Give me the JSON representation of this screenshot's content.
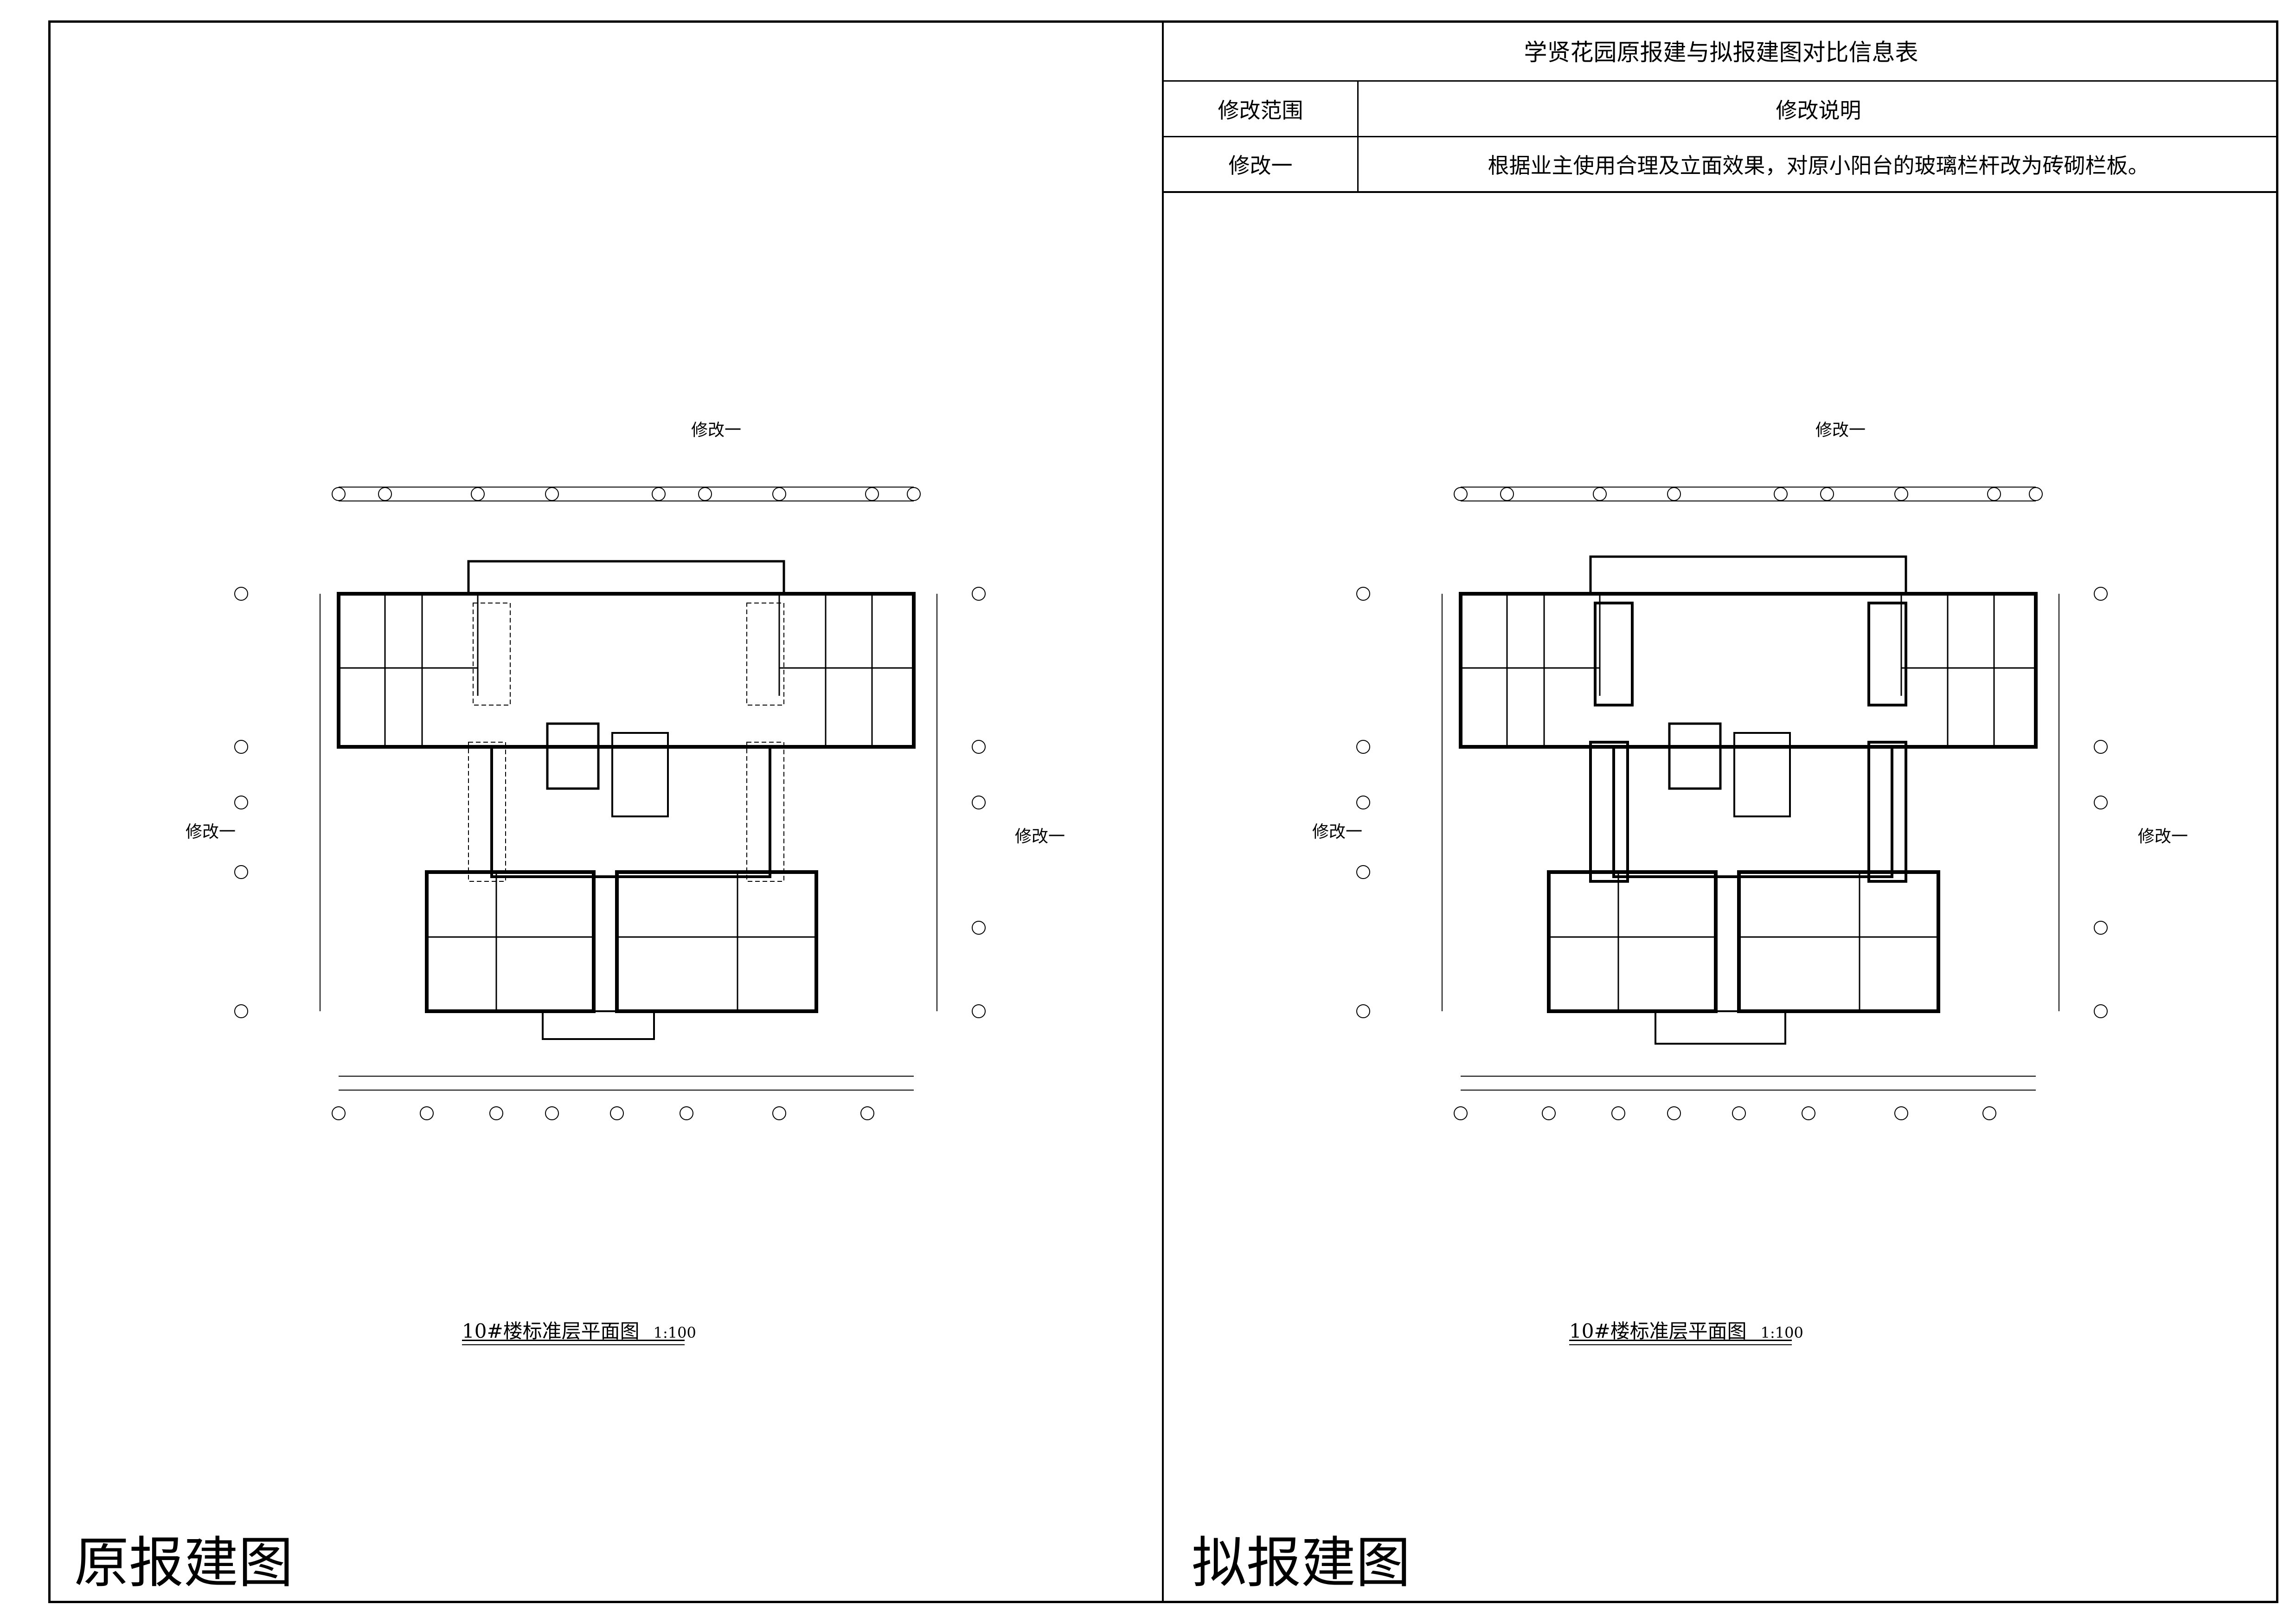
{
  "table": {
    "title": "学贤花园原报建与拟报建图对比信息表",
    "header": {
      "col1": "修改范围",
      "col2": "修改说明"
    },
    "rows": [
      {
        "range": "修改一",
        "description": "根据业主使用合理及立面效果，对原小阳台的玻璃栏杆改为砖砌栏板。"
      }
    ]
  },
  "left_panel": {
    "label": "原报建图",
    "plan_title": "10#楼标准层平面图",
    "plan_scale": "1:100",
    "callouts": [
      "修改一",
      "修改一",
      "修改一"
    ]
  },
  "right_panel": {
    "label": "拟报建图",
    "plan_title": "10#楼标准层平面图",
    "plan_scale": "1:100",
    "callouts": [
      "修改一",
      "修改一",
      "修改一"
    ]
  }
}
